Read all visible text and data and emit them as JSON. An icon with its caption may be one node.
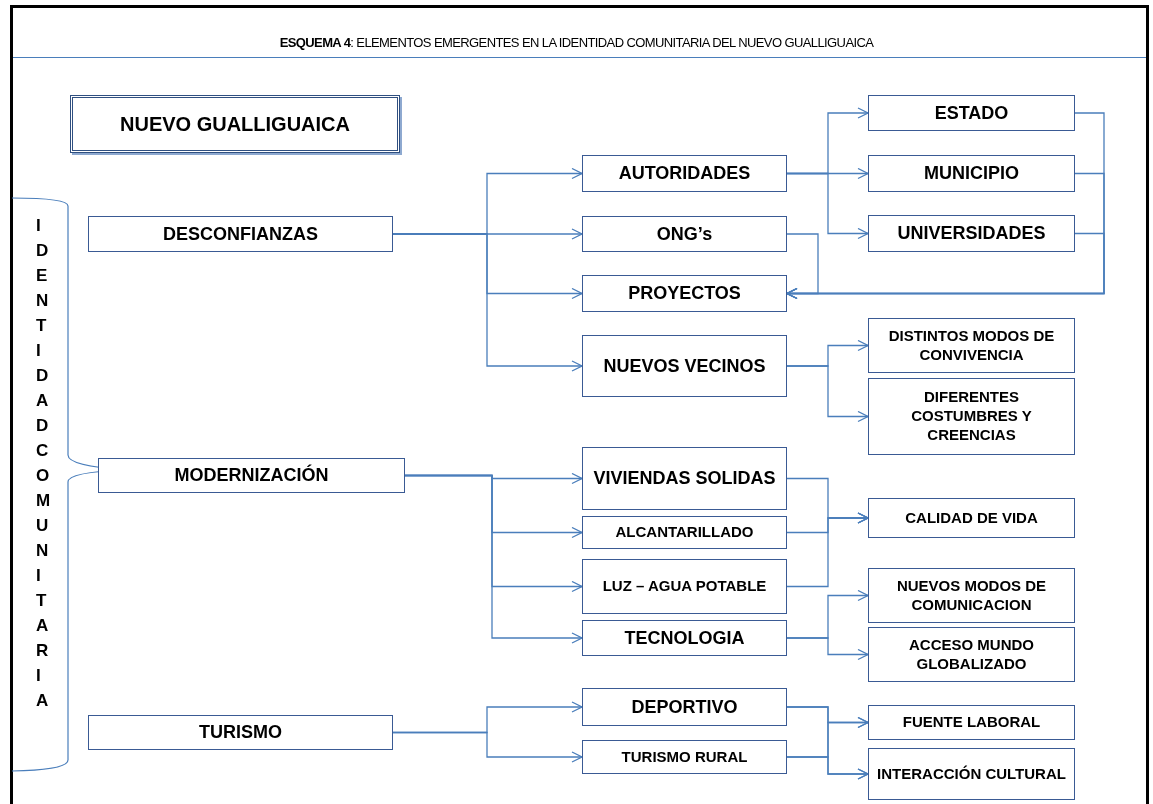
{
  "diagram": {
    "title": "**ESQUEMA 4**: ELEMENTOS EMERGENTES EN LA IDENTIDAD COMUNITARIA DEL NUEVO GUALLIGUAICA",
    "nodes": [
      {
        "text": [
          "NUEVO  GUALLIGUAICA"
        ]
      },
      {
        "text": [
          "DESCONFIANZAS"
        ]
      },
      {
        "text": [
          "AUTORIDADES"
        ]
      },
      {
        "text": [
          "ONG’s"
        ]
      },
      {
        "text": [
          "PROYECTOS"
        ]
      },
      {
        "text": [
          "NUEVOS VECINOS"
        ]
      },
      {
        "text": [
          "ESTADO"
        ]
      },
      {
        "text": [
          "MUNICIPIO"
        ]
      },
      {
        "text": [
          "UNIVERSIDADES"
        ]
      },
      {
        "text": [
          "DISTINTOS MODOS DE CONVIVENCIA"
        ]
      },
      {
        "text": [
          "DIFERENTES COSTUMBRES Y CREENCIAS"
        ]
      },
      {
        "text": [
          "MODERNIZACIÓN"
        ]
      },
      {
        "text": [
          "VIVIENDAS SOLIDAS"
        ]
      },
      {
        "text": [
          "ALCANTARILLADO"
        ]
      },
      {
        "text": [
          "LUZ – AGUA POTABLE"
        ]
      },
      {
        "text": [
          "TECNOLOGIA"
        ]
      },
      {
        "text": [
          "CALIDAD DE VIDA"
        ]
      },
      {
        "text": [
          "NUEVOS MODOS DE COMUNICACION"
        ]
      },
      {
        "text": [
          "ACCESO MUNDO GLOBALIZADO"
        ]
      },
      {
        "text": [
          "TURISMO"
        ]
      },
      {
        "text": [
          "DEPORTIVO"
        ]
      },
      {
        "text": [
          "TURISMO RURAL"
        ]
      },
      {
        "text": [
          "FUENTE LABORAL"
        ]
      },
      {
        "text": [
          "INTERACCIÓN CULTURAL"
        ]
      }
    ],
    "edges": [
      {
        "from": 1,
        "to": 2,
        "arrow": "to"
      },
      {
        "from": 1,
        "to": 3,
        "arrow": "to"
      },
      {
        "from": 1,
        "to": 4,
        "arrow": "to"
      },
      {
        "from": 1,
        "to": 5,
        "arrow": "to"
      },
      {
        "from": 2,
        "to": 6,
        "arrow": "to"
      },
      {
        "from": 2,
        "to": 7,
        "arrow": "to"
      },
      {
        "from": 2,
        "to": 8,
        "arrow": "to"
      },
      {
        "from": 6,
        "to": 4,
        "arrow": "to"
      },
      {
        "from": 7,
        "to": 4,
        "arrow": "to"
      },
      {
        "from": 8,
        "to": 4,
        "arrow": "to"
      },
      {
        "from": 3,
        "to": 4,
        "arrow": "to"
      },
      {
        "from": 5,
        "to": 9,
        "arrow": "to"
      },
      {
        "from": 5,
        "to": 10,
        "arrow": "to"
      },
      {
        "from": 11,
        "to": 12,
        "arrow": "to"
      },
      {
        "from": 11,
        "to": 13,
        "arrow": "to"
      },
      {
        "from": 11,
        "to": 14,
        "arrow": "to"
      },
      {
        "from": 11,
        "to": 15,
        "arrow": "to"
      },
      {
        "from": 12,
        "to": 16,
        "arrow": "to"
      },
      {
        "from": 13,
        "to": 16,
        "arrow": "to"
      },
      {
        "from": 14,
        "to": 16,
        "arrow": "to"
      },
      {
        "from": 15,
        "to": 17,
        "arrow": "to"
      },
      {
        "from": 15,
        "to": 18,
        "arrow": "to"
      },
      {
        "from": 19,
        "to": 20,
        "arrow": "to"
      },
      {
        "from": 19,
        "to": 21,
        "arrow": "to"
      },
      {
        "from": 20,
        "to": 22,
        "arrow": "to"
      },
      {
        "from": 20,
        "to": 23,
        "arrow": "to"
      },
      {
        "from": 21,
        "to": 22,
        "arrow": "to"
      },
      {
        "from": 21,
        "to": 23,
        "arrow": "to"
      }
    ],
    "labels": [
      "IDENTIDAD  COMUNITARIA"
    ]
  }
}
